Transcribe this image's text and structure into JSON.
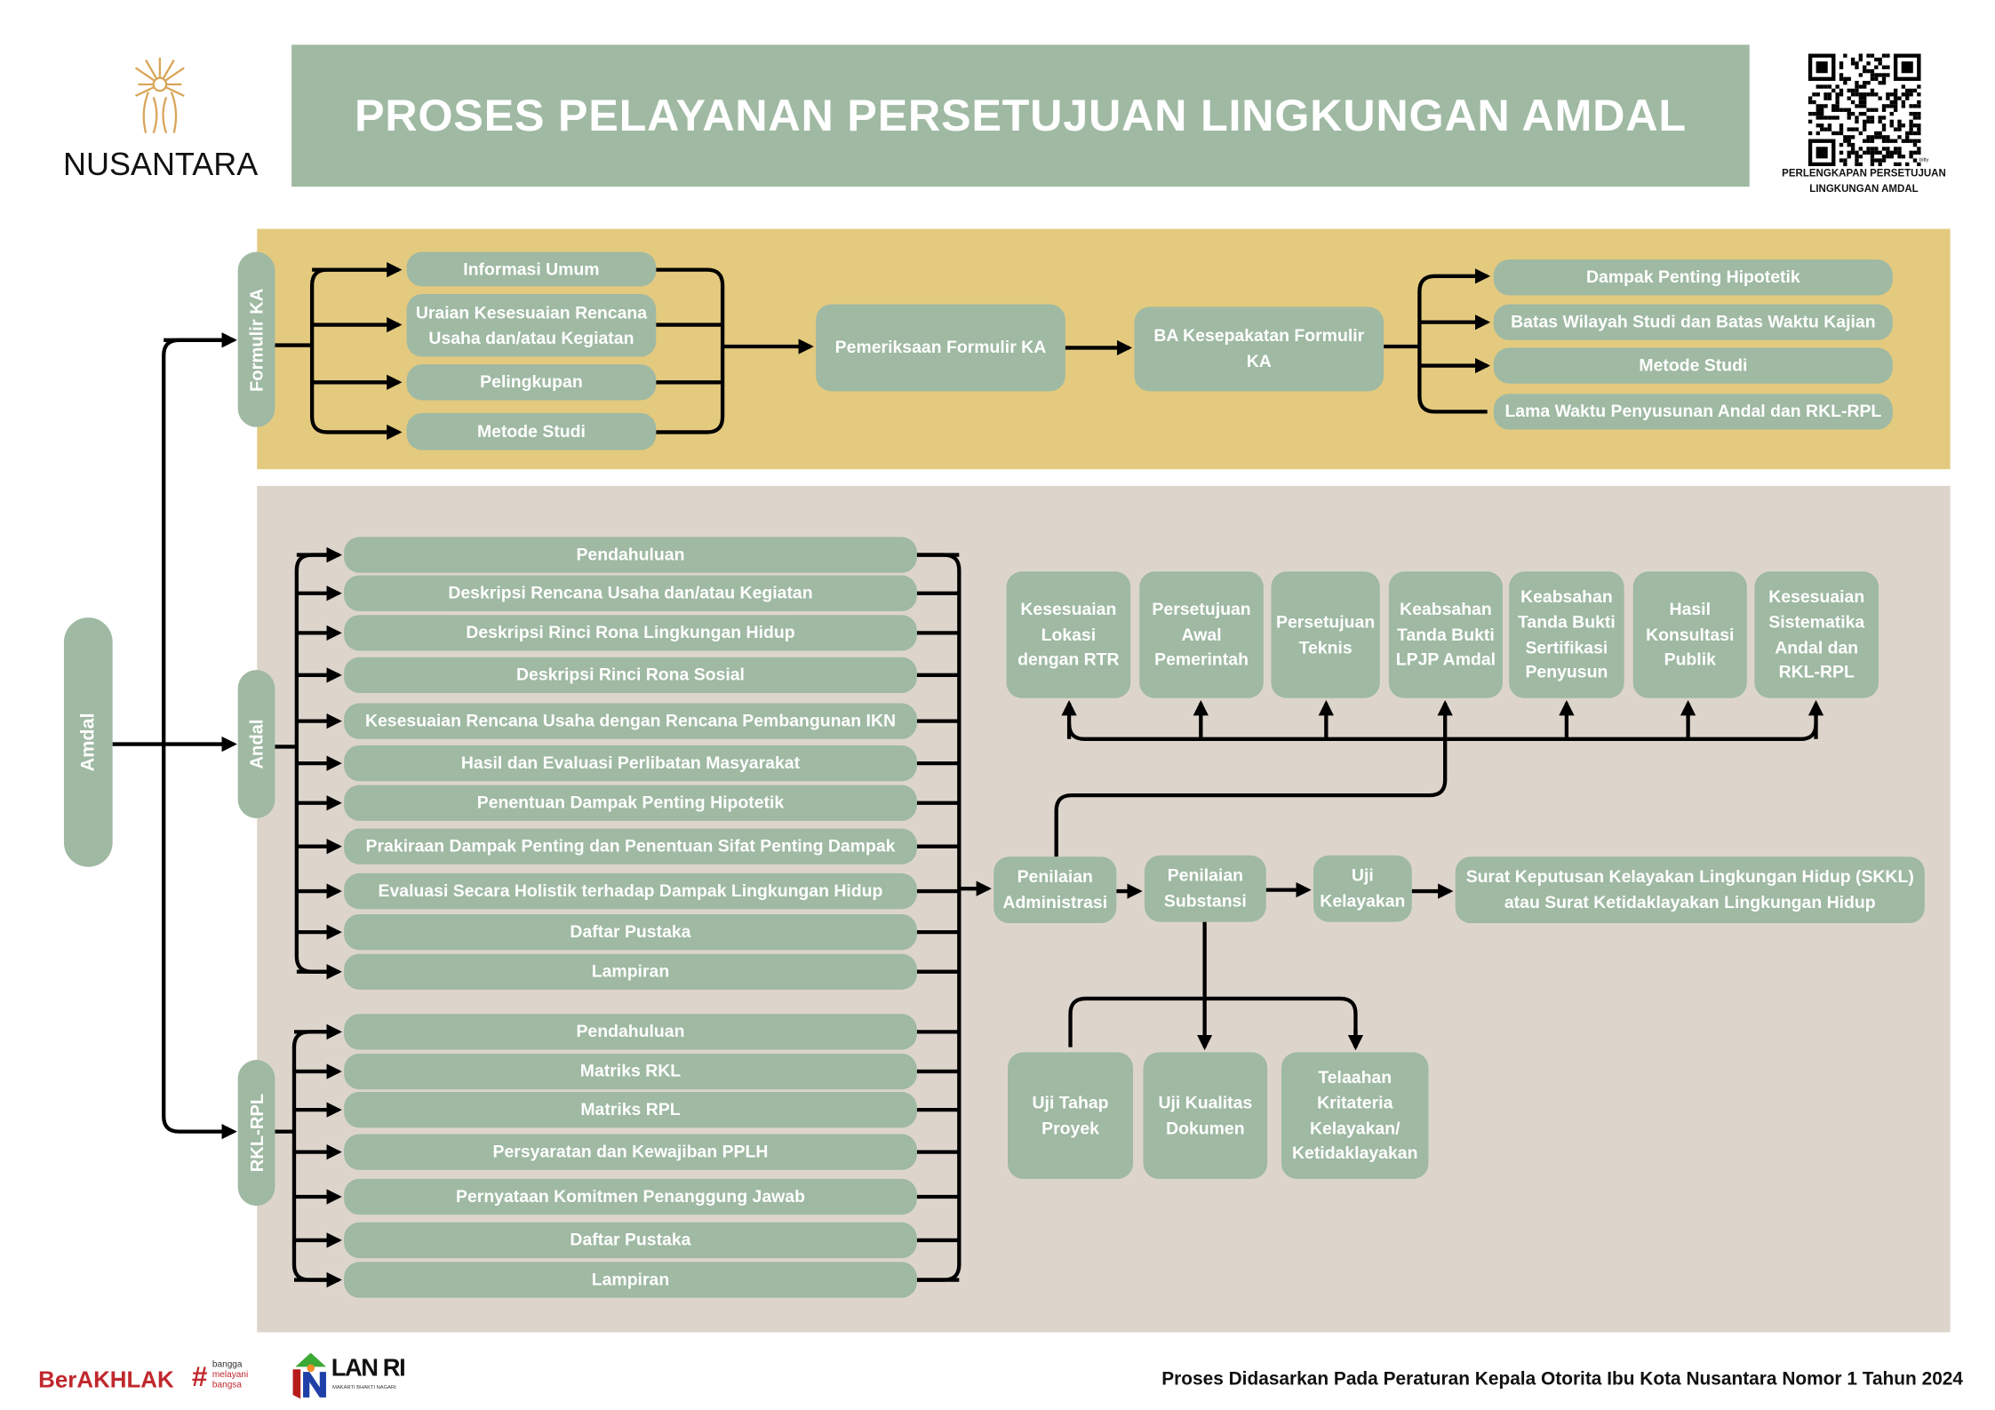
{
  "header": {
    "logo_text": "NUSANTARA",
    "title": "PROSES PELAYANAN PERSETUJUAN LINGKUNGAN AMDAL",
    "qr_caption_line1": "PERLENGKAPAN PERSETUJUAN",
    "qr_caption_line2": "LINGKUNGAN AMDAL",
    "qr_small_label": "bitly"
  },
  "colors": {
    "box": "#9fb9a3",
    "top_panel": "#e3ca7f",
    "bottom_panel": "#ddd5cc",
    "line": "#000000"
  },
  "formulir_ka": {
    "label": "Formulir KA",
    "inputs": [
      "Informasi Umum",
      "Uraian Kesesuaian Rencana Usaha dan/atau Kegiatan",
      "Pelingkupan",
      "Metode Studi"
    ],
    "review": "Pemeriksaan Formulir KA",
    "agreement": "BA Kesepakatan Formulir KA",
    "outputs": [
      "Dampak Penting Hipotetik",
      "Batas Wilayah Studi dan Batas Waktu Kajian",
      "Metode Studi",
      "Lama Waktu Penyusunan Andal dan RKL-RPL"
    ]
  },
  "amdal": {
    "label": "Amdal",
    "andal": {
      "label": "Andal",
      "items": [
        "Pendahuluan",
        "Deskripsi Rencana Usaha dan/atau Kegiatan",
        "Deskripsi Rinci Rona Lingkungan Hidup",
        "Deskripsi Rinci Rona Sosial",
        "Kesesuaian Rencana Usaha dengan Rencana Pembangunan IKN",
        "Hasil dan Evaluasi Perlibatan Masyarakat",
        "Penentuan Dampak Penting Hipotetik",
        "Prakiraan Dampak Penting dan Penentuan Sifat Penting Dampak",
        "Evaluasi Secara Holistik terhadap Dampak Lingkungan Hidup",
        "Daftar Pustaka",
        "Lampiran"
      ]
    },
    "rkl_rpl": {
      "label": "RKL-RPL",
      "items": [
        "Pendahuluan",
        "Matriks RKL",
        "Matriks RPL",
        "Persyaratan dan Kewajiban PPLH",
        "Pernyataan Komitmen Penanggung Jawab",
        "Daftar Pustaka",
        "Lampiran"
      ]
    }
  },
  "assessment": {
    "criteria": [
      "Kesesuaian Lokasi dengan RTR",
      "Persetujuan Awal Pemerintah",
      "Persetujuan Teknis",
      "Keabsahan Tanda Bukti LPJP Amdal",
      "Keabsahan Tanda Bukti Sertifikasi Penyusun",
      "Hasil Konsultasi Publik",
      "Kesesuaian Sistematika Andal dan RKL-RPL"
    ],
    "steps": [
      "Penilaian Administrasi",
      "Penilaian Substansi",
      "Uji Kelayakan",
      "Surat Keputusan Kelayakan Lingkungan Hidup (SKKL) atau Surat Ketidaklayakan Lingkungan Hidup"
    ],
    "substance_checks": [
      "Uji Tahap Proyek",
      "Uji Kualitas Dokumen",
      "Telaahan Kritateria Kelayakan/ Ketidaklayakan"
    ]
  },
  "footer": {
    "berakhlak": "BerAKHLAK",
    "berakhlak_tagline": [
      "bangga",
      "melayani",
      "bangsa"
    ],
    "lan_logo": "LAN RI",
    "lan_tagline": "MAKARTI BHAKTI NAGARI",
    "note": "Proses Didasarkan Pada Peraturan Kepala Otorita Ibu Kota Nusantara Nomor 1 Tahun 2024"
  }
}
